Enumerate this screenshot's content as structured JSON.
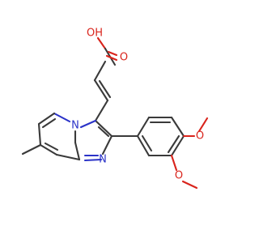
{
  "molecule": {
    "atoms": {
      "oh": "OH",
      "o_carbonyl": "O",
      "n_bridge": "N",
      "n_imidazole": "N",
      "o_methoxy_top": "O",
      "o_methoxy_bottom": "O"
    },
    "colors": {
      "bond": "#3a3a3a",
      "oxygen": "#d9241c",
      "nitrogen": "#2b33c8"
    }
  }
}
